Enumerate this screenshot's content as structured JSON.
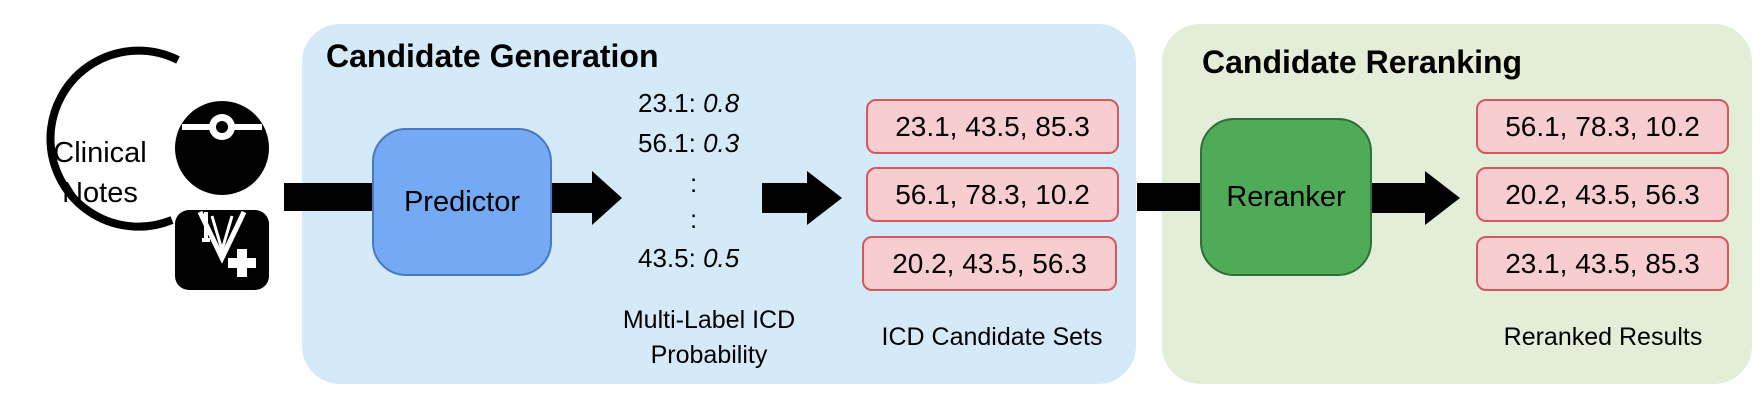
{
  "input": {
    "label_line1": "Clinical",
    "label_line2": "Notes"
  },
  "generation": {
    "title": "Candidate Generation",
    "predictor_label": "Predictor",
    "probabilities": [
      {
        "code": "23.1:",
        "value": "0.8"
      },
      {
        "code": "56.1:",
        "value": "0.3"
      },
      {
        "code": "43.5:",
        "value": "0.5"
      }
    ],
    "ellipsis_1": ":",
    "ellipsis_2": ":",
    "prob_caption_line1": "Multi-Label ICD",
    "prob_caption_line2": "Probability",
    "candidate_sets": [
      "23.1, 43.5, 85.3",
      "56.1, 78.3, 10.2",
      "20.2, 43.5, 56.3"
    ],
    "candidate_caption": "ICD Candidate Sets"
  },
  "reranking": {
    "title": "Candidate Reranking",
    "reranker_label": "Reranker",
    "results": [
      "56.1, 78.3, 10.2",
      "20.2, 43.5, 56.3",
      "23.1, 43.5, 85.3"
    ],
    "results_caption": "Reranked Results"
  },
  "colors": {
    "generation_panel": "#d4eaf9",
    "reranking_panel": "#e3eed9",
    "predictor_fill": "#74aaf4",
    "predictor_border": "#4a77c0",
    "reranker_fill": "#4fab58",
    "reranker_border": "#2f6e35",
    "candidate_fill": "#f7cdcf",
    "candidate_border": "#d4585e"
  },
  "icons": {
    "doctor": "doctor-icon",
    "arrow": "arrow-right-icon"
  }
}
